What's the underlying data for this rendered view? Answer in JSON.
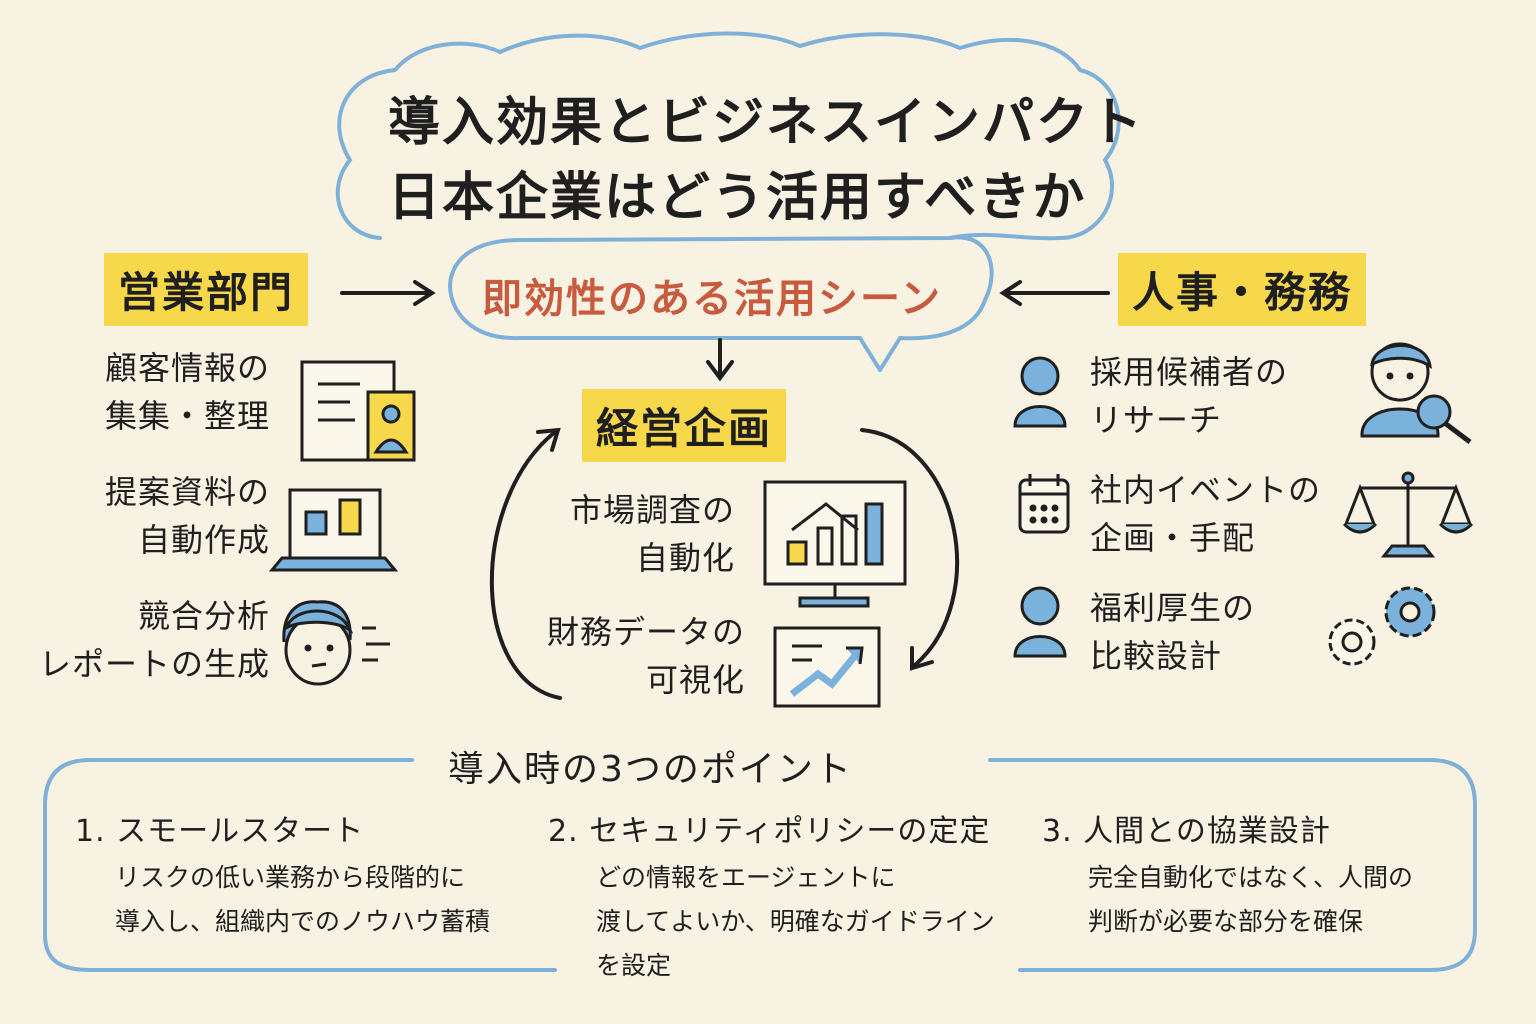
{
  "title": {
    "line1": "導入効果とビジネスインパクト",
    "line2": "日本企業はどう活用すべきか"
  },
  "center": {
    "scene_label": "即効性のある活用シーン"
  },
  "sales": {
    "header": "営業部門",
    "items": [
      {
        "line1": "顧客情報の",
        "line2": "集集・整理",
        "icon": "document-profile-icon"
      },
      {
        "line1": "提案資料の",
        "line2": "自動作成",
        "icon": "laptop-chart-icon"
      },
      {
        "line1": "競合分析",
        "line2": "レポートの生成",
        "icon": "thinking-person-icon"
      }
    ]
  },
  "hr": {
    "header": "人事・務務",
    "items": [
      {
        "line1": "採用候補者の",
        "line2": "リサーチ",
        "icon": "person-icon",
        "icon2": "person-search-icon"
      },
      {
        "line1": "社内イベントの",
        "line2": "企画・手配",
        "icon": "calendar-icon",
        "icon2": "scales-icon"
      },
      {
        "line1": "福利厚生の",
        "line2": "比較設計",
        "icon": "person-icon",
        "icon2": "gears-icon"
      }
    ]
  },
  "management": {
    "header": "経営企画",
    "items": [
      {
        "line1": "市場調査の",
        "line2": "自動化",
        "icon": "monitor-chart-icon"
      },
      {
        "line1": "財務データの",
        "line2": "可視化",
        "icon": "trend-chart-icon"
      }
    ]
  },
  "points": {
    "heading": "導入時の3つのポイント",
    "items": [
      {
        "title": "1. スモールスタート",
        "desc1": "リスクの低い業務から段階的に",
        "desc2": "導入し、組織内でのノウハウ蓄積",
        "desc3": ""
      },
      {
        "title": "2. セキュリティポリシーの定定",
        "desc1": "どの情報をエージェントに",
        "desc2": "渡してよいか、明確なガイドライン",
        "desc3": "を設定"
      },
      {
        "title": "3. 人間との協業設計",
        "desc1": "完全自動化ではなく、人間の",
        "desc2": "判断が必要な部分を確保",
        "desc3": ""
      }
    ]
  },
  "colors": {
    "background": "#f8f2e3",
    "accent_yellow": "#f7d84a",
    "accent_blue": "#7ab2dc",
    "scene_red": "#c85a3e",
    "outline_blue": "#7fb0d8",
    "ink": "#1f1f1f"
  }
}
